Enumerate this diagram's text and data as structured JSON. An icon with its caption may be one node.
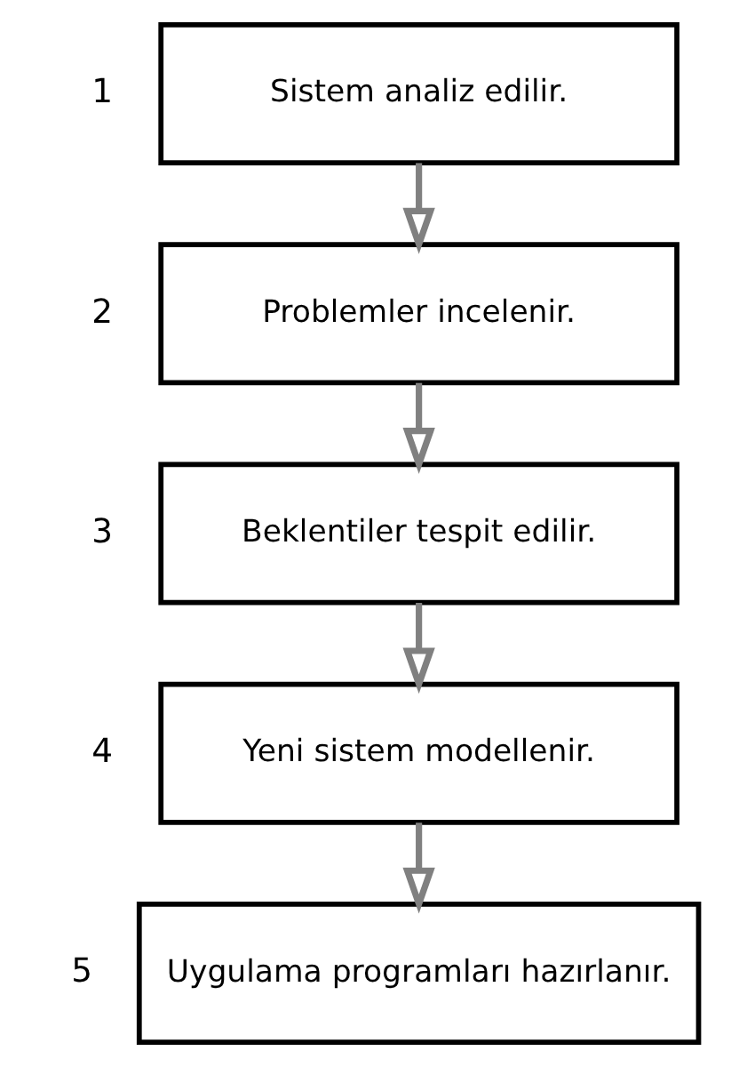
{
  "diagram": {
    "nodes": [
      {
        "text": [
          "Sistem analiz edilir."
        ],
        "beside": [
          "1"
        ]
      },
      {
        "text": [
          "Problemler incelenir."
        ],
        "beside": [
          "2"
        ]
      },
      {
        "text": [
          "Beklentiler tespit edilir."
        ],
        "beside": [
          "3"
        ]
      },
      {
        "text": [
          "Yeni sistem modellenir."
        ],
        "beside": [
          "4"
        ]
      },
      {
        "text": [
          "Uygulama programları hazırlanır."
        ],
        "beside": [
          "5"
        ]
      }
    ],
    "edges": [
      {
        "from": 0,
        "to": 1,
        "arrow": "to"
      },
      {
        "from": 1,
        "to": 2,
        "arrow": "to"
      },
      {
        "from": 2,
        "to": 3,
        "arrow": "to"
      },
      {
        "from": 3,
        "to": 4,
        "arrow": "to"
      }
    ]
  }
}
